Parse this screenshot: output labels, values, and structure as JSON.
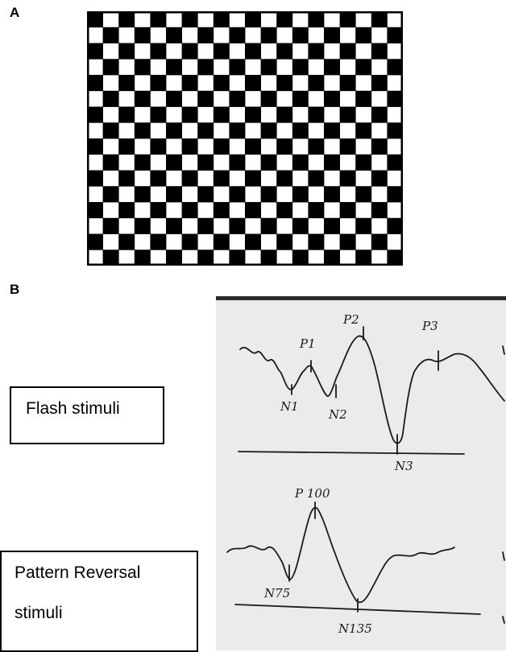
{
  "panels": {
    "a_label": "A",
    "b_label": "B"
  },
  "boxes": {
    "flash_label": "Flash stimuli",
    "pattern_line1": "Pattern Reversal",
    "pattern_line2": "stimuli"
  },
  "flash_trace": {
    "peak_labels": [
      "P1",
      "P2",
      "P3"
    ],
    "trough_labels": [
      "N1",
      "N2",
      "N3"
    ]
  },
  "pattern_trace": {
    "peak_labels": [
      "P 100"
    ],
    "trough_labels": [
      "N75",
      "N135"
    ]
  },
  "colors": {
    "paper": "#e9ecea",
    "ink": "#1a1a1a",
    "checker_dark": "#000000",
    "checker_light": "#ffffff"
  },
  "checkerboard": {
    "columns": 20,
    "rows": 16
  }
}
